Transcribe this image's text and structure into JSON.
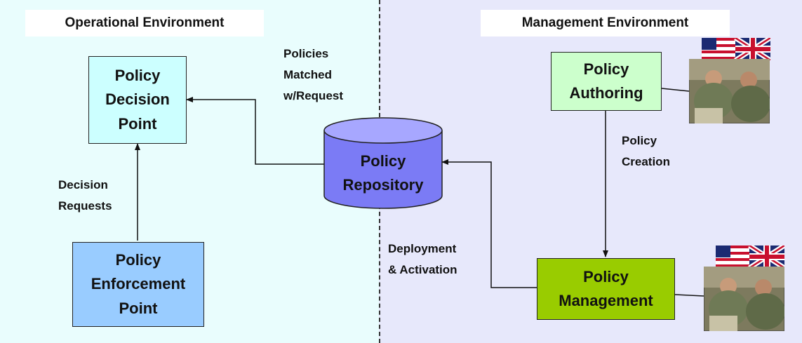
{
  "environments": {
    "operational": "Operational Environment",
    "management": "Management Environment"
  },
  "nodes": {
    "pdp": [
      "Policy",
      "Decision",
      "Point"
    ],
    "pep": [
      "Policy",
      "Enforcement",
      "Point"
    ],
    "repository": [
      "Policy",
      "Repository"
    ],
    "authoring": [
      "Policy",
      "Authoring"
    ],
    "management": [
      "Policy",
      "Management"
    ]
  },
  "edge_labels": {
    "matched": [
      "Policies",
      "Matched",
      "w/Request"
    ],
    "decision_requests": [
      "Decision",
      "Requests"
    ],
    "creation": [
      "Policy",
      "Creation"
    ],
    "deployment": [
      "Deployment",
      "& Activation"
    ]
  },
  "icons": [
    "us-flag-icon",
    "uk-flag-icon",
    "soldiers-photo"
  ],
  "colors": {
    "operational_bg": "#e9fdfd",
    "management_bg": "#e7e8fb",
    "pdp_fill": "#ccffff",
    "pep_fill": "#99ccff",
    "repository_fill": "#7b7bf5",
    "authoring_fill": "#ccffcc",
    "management_fill": "#99cc00"
  }
}
